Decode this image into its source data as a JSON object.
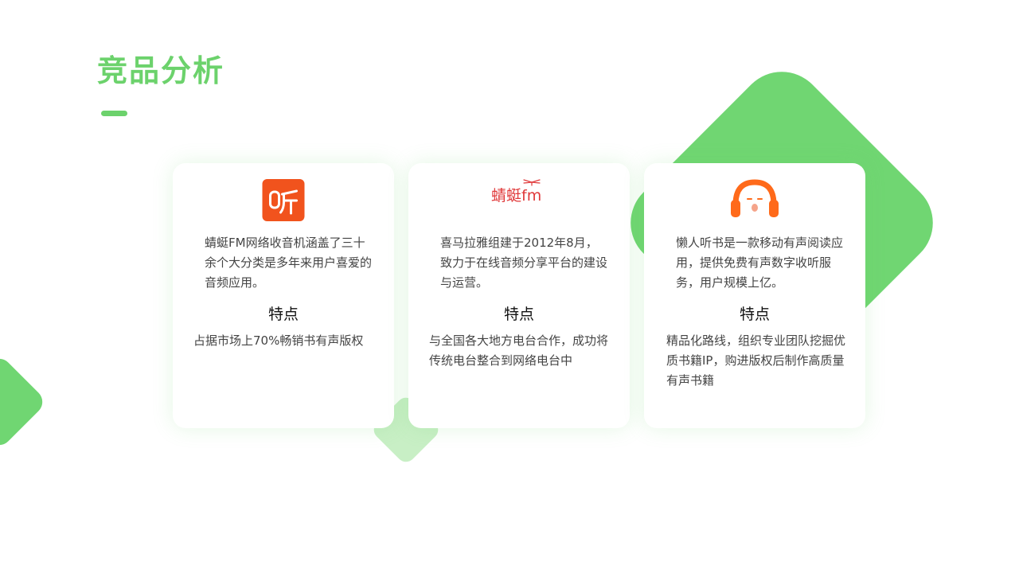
{
  "page": {
    "title": "竞品分析",
    "accent_color": "#6cd26c",
    "decoration_color": "#70d672",
    "decoration_light_color": "#c8efc5"
  },
  "cards": [
    {
      "logo_icon": "ting-logo-icon",
      "logo_color": "#f1531d",
      "description": "蜻蜓FM网络收音机涵盖了三十余个大分类是多年来用户喜爱的音频应用。",
      "feature_title": "特点",
      "feature_text": "占据市场上70%畅销书有声版权"
    },
    {
      "logo_icon": "qingting-fm-logo-icon",
      "logo_text": "蜻蜓fm",
      "logo_color": "#e0393a",
      "description": "喜马拉雅组建于2012年8月，致力于在线音频分享平台的建设与运营。",
      "feature_title": "特点",
      "feature_text": "与全国各大地方电台合作，成功将传统电台整合到网络电台中"
    },
    {
      "logo_icon": "lazy-listening-headphone-logo-icon",
      "logo_color": "#ff6a1a",
      "description": "懒人听书是一款移动有声阅读应用，提供免费有声数字收听服务，用户规模上亿。",
      "feature_title": "特点",
      "feature_text": "精品化路线，组织专业团队挖掘优质书籍IP，购进版权后制作高质量有声书籍"
    }
  ]
}
